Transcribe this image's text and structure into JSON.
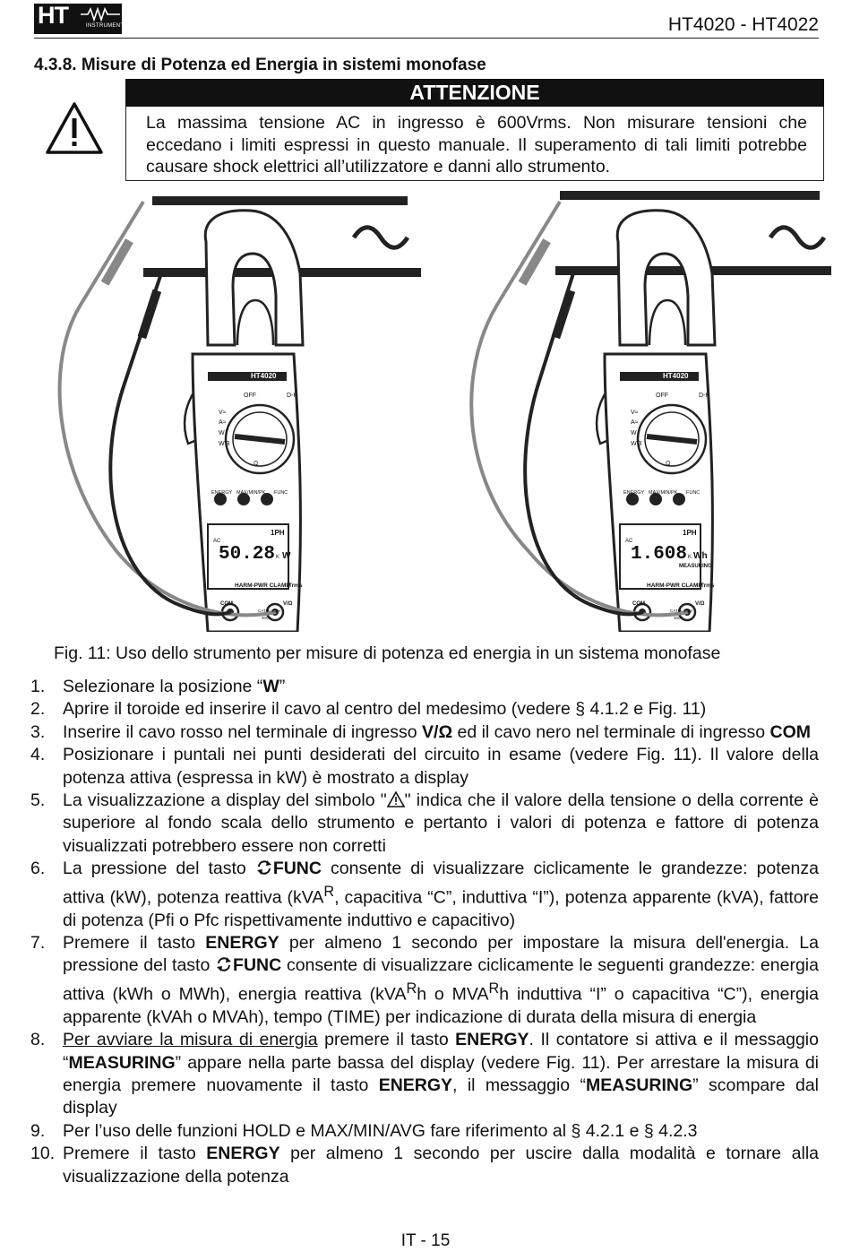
{
  "header": {
    "logo_text": "HT",
    "logo_sub": "INSTRUMENTS",
    "model": "HT4020 - HT4022"
  },
  "section_title": "4.3.8.  Misure di Potenza ed Energia in sistemi monofase",
  "warning": {
    "title": "ATTENZIONE",
    "text": "La massima tensione AC in ingresso è 600Vrms. Non misurare tensioni che eccedano i limiti espressi in questo manuale. Il superamento di tali limiti potrebbe causare shock elettrici all’utilizzatore e danni allo strumento."
  },
  "figure": {
    "meter_left": {
      "brand": "HT4020",
      "dial_off": "OFF",
      "dial_dh": "D-H",
      "dial_v": "V≈",
      "dial_a": "A≈",
      "dial_w": "W",
      "dial_w3": "W 3",
      "dial_ohm": "Ω",
      "btn_energy": "ENERGY",
      "btn_maxmin": "MAX/MIN/PK",
      "btn_func": "FUNC",
      "lcd_ac": "AC",
      "lcd_ph": "1PH",
      "lcd_value": "50.28",
      "lcd_unit_k": "K",
      "lcd_unit": "W",
      "lcd_msg": "",
      "model_label": "HARM-PWR CLAMP",
      "trms": "Trms",
      "com": "COM",
      "vohm": "V/Ω",
      "cat": "CAT III 600V",
      "cat2": "300V"
    },
    "meter_right": {
      "brand": "HT4020",
      "dial_off": "OFF",
      "dial_dh": "D-H",
      "dial_v": "V≈",
      "dial_a": "A≈",
      "dial_w": "W",
      "dial_w3": "W 3",
      "dial_ohm": "Ω",
      "btn_energy": "ENERGY",
      "btn_maxmin": "MAX/MIN/PK",
      "btn_func": "FUNC",
      "lcd_ac": "AC",
      "lcd_ph": "1PH",
      "lcd_value": "1.608",
      "lcd_unit_k": "K",
      "lcd_unit": "Wh",
      "lcd_msg": "MEASURING",
      "model_label": "HARM-PWR CLAMP",
      "trms": "Trms",
      "com": "COM",
      "vohm": "V/Ω",
      "cat": "CAT III 600V",
      "cat2": "300V"
    }
  },
  "caption": "Fig. 11: Uso dello strumento per misure di potenza ed energia in un sistema monofase",
  "steps": {
    "s1": {
      "num": "1.",
      "a": "Selezionare la posizione “",
      "b": "W",
      "c": "”"
    },
    "s2": {
      "num": "2.",
      "a": "Aprire il toroide ed inserire il cavo al centro del medesimo (vedere § 4.1.2 e Fig. 11)"
    },
    "s3": {
      "num": "3.",
      "a": "Inserire il cavo rosso nel terminale di ingresso ",
      "b": "V/Ω",
      "c": " ed il cavo nero nel terminale di ingresso ",
      "d": "COM"
    },
    "s4": {
      "num": "4.",
      "a": "Posizionare i puntali nei punti desiderati del circuito in esame (vedere  Fig. 11). Il valore della potenza attiva (espressa in kW) è mostrato a display"
    },
    "s5": {
      "num": "5.",
      "a": "La visualizzazione a display del simbolo \"",
      "b": "\" indica che il valore della tensione o della corrente è superiore al fondo scala dello strumento e pertanto i valori di potenza e fattore di potenza visualizzati potrebbero essere non corretti"
    },
    "s6": {
      "num": "6.",
      "a": "La pressione del tasto ",
      "b": "FUNC",
      "c": " consente di visualizzare ciclicamente le grandezze: potenza attiva (kW), potenza reattiva (kVA",
      "sup": "R",
      "d": ", capacitiva “C”, induttiva “I”), potenza apparente (kVA), fattore di potenza (Pfi o Pfc rispettivamente induttivo e capacitivo)"
    },
    "s7": {
      "num": "7.",
      "a": "Premere il tasto ",
      "b": "ENERGY",
      "c": " per almeno 1 secondo per impostare la misura dell'energia. La pressione del tasto ",
      "d": "FUNC",
      "e": " consente di visualizzare ciclicamente le seguenti grandezze: energia attiva (kWh o MWh), energia reattiva (kVA",
      "sup1": "R",
      "f": "h o MVA",
      "sup2": "R",
      "g": "h induttiva “I” o capacitiva “C”), energia apparente (kVAh o MVAh), tempo (TIME) per indicazione di durata della misura di energia"
    },
    "s8": {
      "num": "8.",
      "a": "Per avviare la misura di energia",
      "b": " premere il tasto ",
      "c": "ENERGY",
      "d": ". Il contatore si attiva e il messaggio “",
      "e": "MEASURING",
      "f": "” appare nella parte bassa del display (vedere Fig. 11). Per arrestare la misura di energia premere nuovamente il tasto ",
      "g": "ENERGY",
      "h": ", il messaggio “",
      "i": "MEASURING",
      "j": "” scompare dal display"
    },
    "s9": {
      "num": "9.",
      "a": "Per l’uso delle funzioni HOLD e MAX/MIN/AVG fare riferimento al § 4.2.1 e § 4.2.3"
    },
    "s10": {
      "num": "10.",
      "a": "Premere il tasto ",
      "b": "ENERGY",
      "c": " per almeno 1 secondo per uscire dalla modalità e tornare alla visualizzazione della potenza"
    }
  },
  "footer": {
    "page": "IT - 15"
  }
}
